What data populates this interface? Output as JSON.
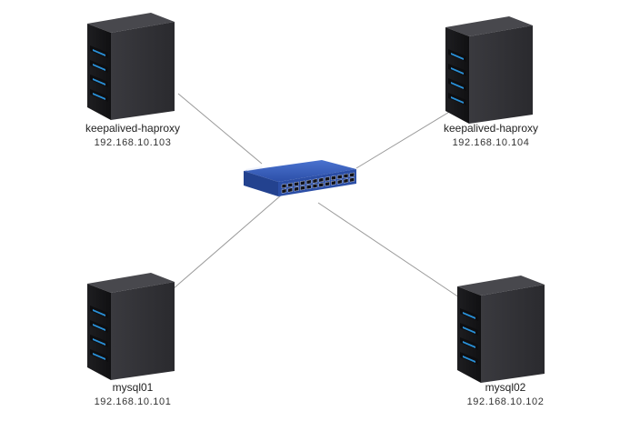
{
  "nodes": {
    "lb1": {
      "name": "keepalived-haproxy",
      "ip": "192.168.10.103"
    },
    "lb2": {
      "name": "keepalived-haproxy",
      "ip": "192.168.10.104"
    },
    "db1": {
      "name": "mysql01",
      "ip": "192.168.10.101"
    },
    "db2": {
      "name": "mysql02",
      "ip": "192.168.10.102"
    }
  },
  "colors": {
    "server_body": "#2f2f33",
    "server_side": "#1b1b1e",
    "server_led": "#2a8fd6",
    "switch_body": "#2f55b3",
    "link": "#9a9a9a"
  }
}
